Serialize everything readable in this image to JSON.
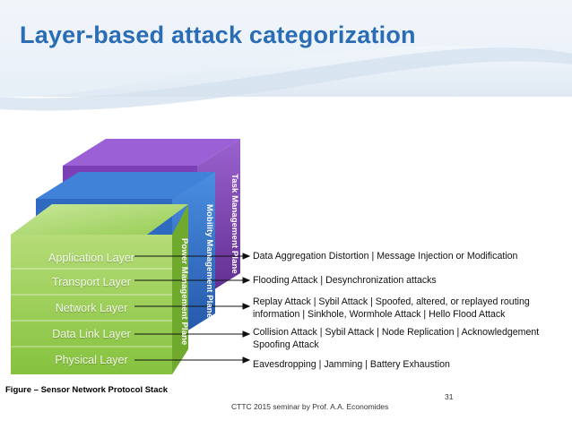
{
  "slide": {
    "title": "Layer-based attack categorization",
    "caption": "Figure – Sensor Network Protocol Stack",
    "footer": "CTTC 2015 seminar by Prof. A.A. Economides",
    "page_number": "31"
  },
  "layers": [
    {
      "label": "Application Layer"
    },
    {
      "label": "Transport Layer"
    },
    {
      "label": "Network Layer"
    },
    {
      "label": "Data Link Layer"
    },
    {
      "label": "Physical Layer"
    }
  ],
  "planes": [
    {
      "label": "Power Management Plane",
      "color": "#8cc63f"
    },
    {
      "label": "Mobility Management Plane",
      "color": "#2f6fc6"
    },
    {
      "label": "Task Management Plane",
      "color": "#7a3fb0"
    }
  ],
  "attacks": [
    {
      "text": "Data Aggregation Distortion | Message Injection or  Modification"
    },
    {
      "text": "Flooding Attack | Desynchronization attacks"
    },
    {
      "text": "Replay Attack | Sybil Attack | Spoofed, altered, or replayed routing information | Sinkhole, Wormhole Attack | Hello Flood Attack"
    },
    {
      "text": "Collision Attack | Sybil Attack | Node Replication | Acknowledgement Spoofing Attack"
    },
    {
      "text": "Eavesdropping | Jamming | Battery Exhaustion"
    }
  ]
}
